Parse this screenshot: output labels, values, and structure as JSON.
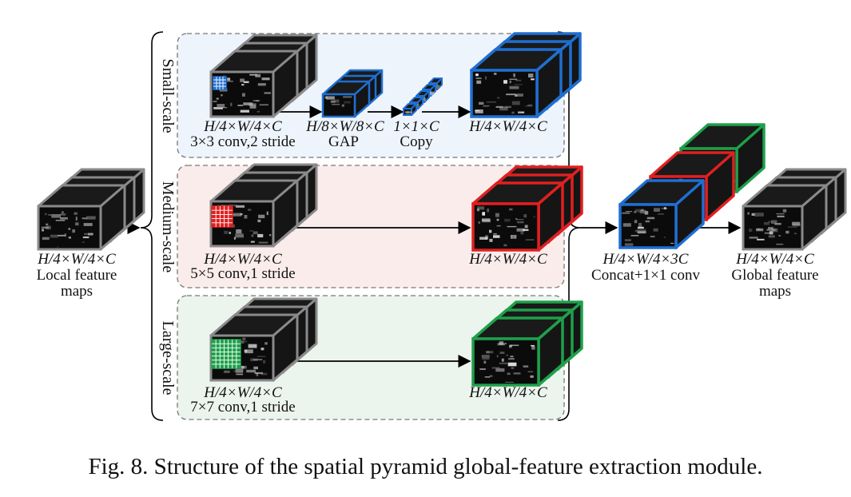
{
  "figure": {
    "caption": "Fig. 8. Structure of the spatial pyramid global-feature extraction module."
  },
  "input": {
    "dims": "H/4×W/4×C",
    "label_line1": "Local feature",
    "label_line2": "maps"
  },
  "branches": {
    "small": {
      "name": "Small-scale",
      "kernel_color": "#1f6fd1",
      "conv_dims": "H/4×W/4×C",
      "conv_label": "3×3 conv,2 stride",
      "gap_dims": "H/8×W/8×C",
      "gap_label": "GAP",
      "copy_dims": "1×1×C",
      "copy_label": "Copy",
      "out_dims": "H/4×W/4×C"
    },
    "medium": {
      "name": "Medium-scale",
      "kernel_color": "#e02020",
      "conv_dims": "H/4×W/4×C",
      "conv_label": "5×5 conv,1 stride",
      "out_dims": "H/4×W/4×C"
    },
    "large": {
      "name": "Large-scale",
      "kernel_color": "#1ea04a",
      "conv_dims": "H/4×W/4×C",
      "conv_label": "7×7 conv,1 stride",
      "out_dims": "H/4×W/4×C"
    }
  },
  "concat": {
    "dims": "H/4×W/4×3C",
    "label": "Concat+1×1 conv"
  },
  "output": {
    "dims": "H/4×W/4×C",
    "label_line1": "Global feature",
    "label_line2": "maps"
  },
  "colors": {
    "small_bg": "#eef4fb",
    "medium_bg": "#fbecec",
    "large_bg": "#ecf4ee",
    "blue": "#1f6fd1",
    "red": "#e02020",
    "green": "#1ea04a",
    "gray": "#8a8a8a"
  }
}
